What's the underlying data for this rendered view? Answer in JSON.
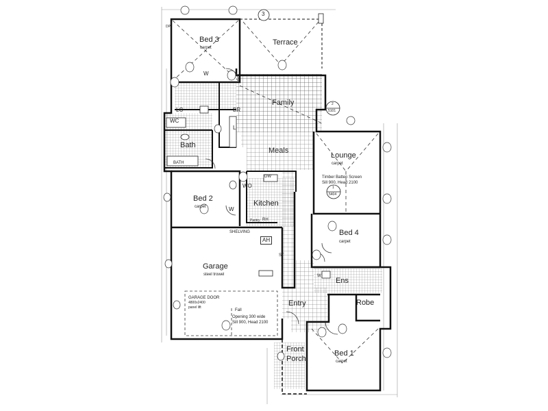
{
  "rooms": {
    "bed3": {
      "name": "Bed 3",
      "finish": "carpet"
    },
    "terrace": {
      "name": "Terrace"
    },
    "family": {
      "name": "Family"
    },
    "meals": {
      "name": "Meals"
    },
    "lounge": {
      "name": "Lounge",
      "finish": "carpet"
    },
    "bath": {
      "name": "Bath"
    },
    "bath_label": "BATH",
    "bed2": {
      "name": "Bed 2",
      "finish": "carpet"
    },
    "kitchen": {
      "name": "Kitchen"
    },
    "bed4": {
      "name": "Bed 4",
      "finish": "carpet"
    },
    "garage": {
      "name": "Garage",
      "finish": "steel trowel"
    },
    "ens": {
      "name": "Ens"
    },
    "robe": {
      "name": "Robe"
    },
    "entry": {
      "name": "Entry"
    },
    "front_porch": {
      "line1": "Front",
      "line2": "Porch"
    },
    "bed1": {
      "name": "Bed 1",
      "finish": "carpet"
    },
    "lc": "LC",
    "wc": "WC",
    "br": "BR",
    "l": "L",
    "wo": "WO",
    "w_bed3": "W",
    "w_bed2": "W",
    "w_ens": "W",
    "dw": "DW"
  },
  "annotations": {
    "screen_line1": "Timber Batten Screen",
    "screen_line2": "Sill 900, Head 2100",
    "shelving": "SHELVING",
    "ah": "AH",
    "st": "ST",
    "garage_door_line1": "GARAGE DOOR",
    "garage_door_line2": "4800x2400",
    "garage_door_line3": "panel lift",
    "fall": "Fall",
    "opening_line1": "Opening 300 wide",
    "opening_line2": "Sill 900, Head 2100",
    "rh": "RH",
    "pantry": "Pantry",
    "dp": "DP",
    "tag_2": "2",
    "tag_5101": "5101",
    "tag_1": "1",
    "tag_5404": "5404",
    "tag_3": "3"
  }
}
